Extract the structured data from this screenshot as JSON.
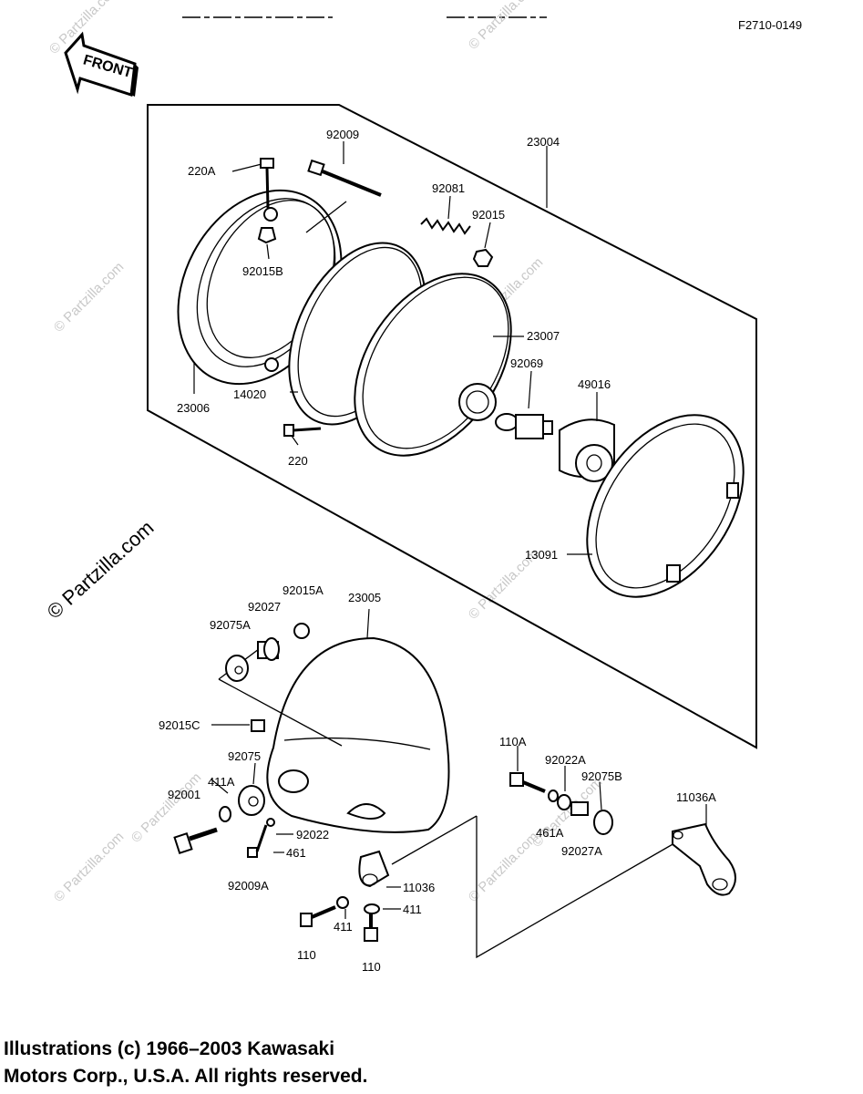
{
  "header": {
    "diagram_id": "F2710-0149",
    "front_label": "FRONT"
  },
  "watermarks": {
    "main": "© Partzilla.com",
    "small": "© Partzilla.com"
  },
  "parts": {
    "p23004": "23004",
    "p92009": "92009",
    "p220A": "220A",
    "p92015B": "92015B",
    "p92081": "92081",
    "p92015": "92015",
    "p23007": "23007",
    "p92069": "92069",
    "p49016": "49016",
    "p23006": "23006",
    "p14020": "14020",
    "p220": "220",
    "p13091": "13091",
    "p92015A": "92015A",
    "p23005": "23005",
    "p92027": "92027",
    "p92075A": "92075A",
    "p92015C": "92015C",
    "p92075": "92075",
    "p411A": "411A",
    "p92001": "92001",
    "p92022": "92022",
    "p461": "461",
    "p92009A": "92009A",
    "p110A": "110A",
    "p92022A": "92022A",
    "p92075B": "92075B",
    "p461A": "461A",
    "p92027A": "92027A",
    "p11036A": "11036A",
    "p11036": "11036",
    "p411": "411",
    "p411b": "411",
    "p110": "110",
    "p110b": "110"
  },
  "footer": {
    "line1": "Illustrations (c) 1966–2003 Kawasaki",
    "line2": "Motors Corp., U.S.A.  All rights reserved."
  }
}
